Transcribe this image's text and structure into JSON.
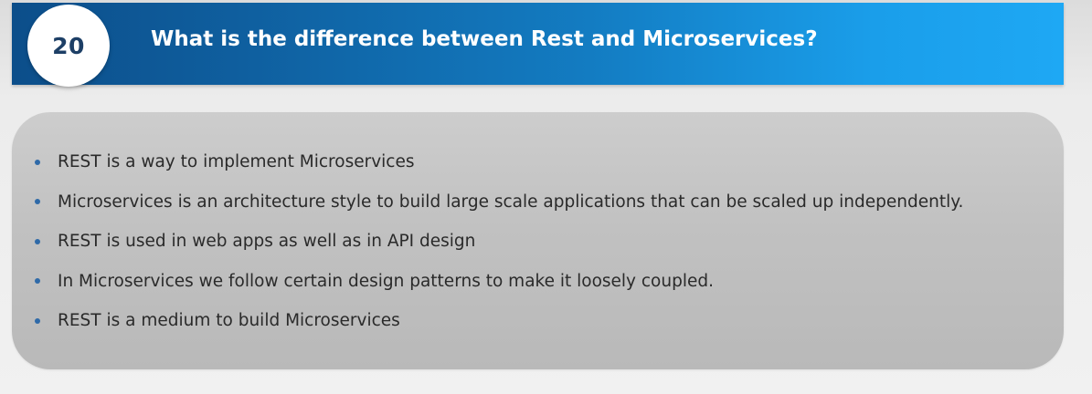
{
  "slide": {
    "number": "20",
    "title": "What is the difference between Rest and Microservices?",
    "bullets": [
      "REST is a way to implement Microservices",
      "Microservices is an architecture style to build large scale applications that can be scaled up independently.",
      "REST is used in web apps as well as in API design",
      "In Microservices we follow certain design patterns to make it loosely coupled.",
      "REST is a medium to build Microservices"
    ]
  },
  "colors": {
    "header_start": "#0c4e8a",
    "header_end": "#1ea8f4",
    "panel": "#c4c4c4",
    "bullet": "#2f6aa8",
    "badge_text": "#1d3f66"
  }
}
